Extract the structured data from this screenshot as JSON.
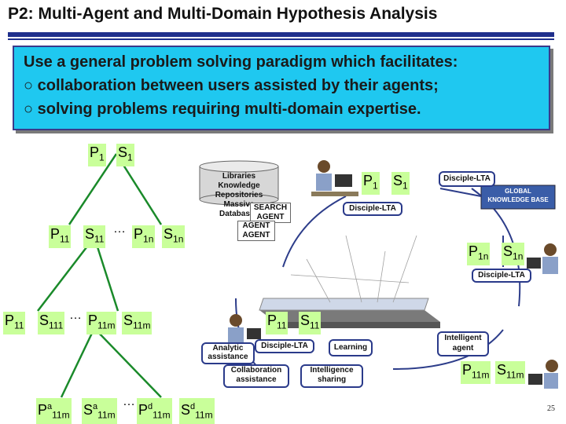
{
  "slide": {
    "title": "P2: Multi-Agent and Multi-Domain Hypothesis Analysis",
    "page_number": "25",
    "accent_color": "#1fc8f0",
    "rule_color": "#1f2f8c"
  },
  "intro_box": {
    "line1": "Use a general problem solving paradigm which facilitates:",
    "line2": "○ collaboration between users assisted by their agents;",
    "line3": "○ solving problems requiring multi-domain expertise."
  },
  "tree": {
    "p1": "P",
    "p1_sub": "1",
    "s1": "S",
    "s1_sub": "1",
    "p11": "P",
    "p11_sub": "11",
    "s11": "S",
    "s11_sub": "11",
    "ell1": "…",
    "p1n": "P",
    "p1n_sub": "1n",
    "s1n": "S",
    "s1n_sub": "1n",
    "p11b": "P",
    "p11b_sub": "11",
    "s111": "S",
    "s111_sub": "111",
    "ell2": "…",
    "p11m": "P",
    "p11m_sub": "11m",
    "s11m": "S",
    "s11m_sub": "11m",
    "pa": "P",
    "pa_sup": "a",
    "pa_sub": "11m",
    "sa": "S",
    "sa_sup": "a",
    "sa_sub": "11m",
    "ell3": "…",
    "pd": "P",
    "pd_sup": "d",
    "pd_sub": "11m",
    "sd": "S",
    "sd_sup": "d",
    "sd_sub": "11m"
  },
  "system": {
    "db1": "Libraries",
    "db2": "Knowledge Repositories",
    "db3": "Massive Databases",
    "search1": "SEARCH",
    "search2": "AGENT",
    "agent1": "AGENT",
    "agent2": "AGENT",
    "lta_top": "Disciple-LTA",
    "lta_tr": "Disciple-LTA",
    "gkb1": "GLOBAL",
    "gkb2": "KNOWLEDGE BASE",
    "lta_right": "Disciple-LTA",
    "lta_bottom": "Disciple-LTA",
    "analytic1": "Analytic",
    "analytic2": "assistance",
    "learning": "Learning",
    "intelligent1": "Intelligent",
    "intelligent2": "agent",
    "collab1": "Collaboration",
    "collab2": "assistance",
    "intel1": "Intelligence",
    "intel2": "sharing",
    "lbl_p1": "P",
    "lbl_p1_sub": "1",
    "lbl_s1": "S",
    "lbl_s1_sub": "1",
    "lbl_p1n": "P",
    "lbl_p1n_sub": "1n",
    "lbl_s1n": "S",
    "lbl_s1n_sub": "1n",
    "lbl_p11": "P",
    "lbl_p11_sub": "11",
    "lbl_s11": "S",
    "lbl_s11_sub": "11",
    "lbl_p11m": "P",
    "lbl_p11m_sub": "11m",
    "lbl_s11m": "S",
    "lbl_s11m_sub": "11m"
  }
}
